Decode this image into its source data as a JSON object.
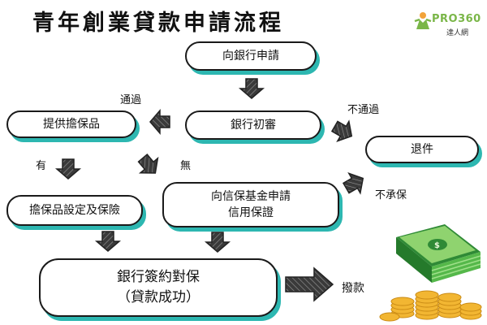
{
  "title": "青年創業貸款申請流程",
  "logo": {
    "brand": "PRO360",
    "subtitle": "達人網",
    "icon": "logo-figure-icon"
  },
  "nodes": {
    "apply": "向銀行申請",
    "review": "銀行初審",
    "collateral": "提供擔保品",
    "reject": "退件",
    "collateral_setup": "擔保品設定及保險",
    "credit_guarantee_line1": "向信保基金申請",
    "credit_guarantee_line2": "信用保證",
    "contract_line1": "銀行簽約對保",
    "contract_line2": "（貸款成功）"
  },
  "labels": {
    "pass": "通過",
    "fail": "不通過",
    "has": "有",
    "none": "無",
    "not_accepted": "不承保",
    "disburse": "撥款"
  },
  "decor": {
    "money": "money-stack-icon",
    "coins": "coin-stack-icon"
  }
}
